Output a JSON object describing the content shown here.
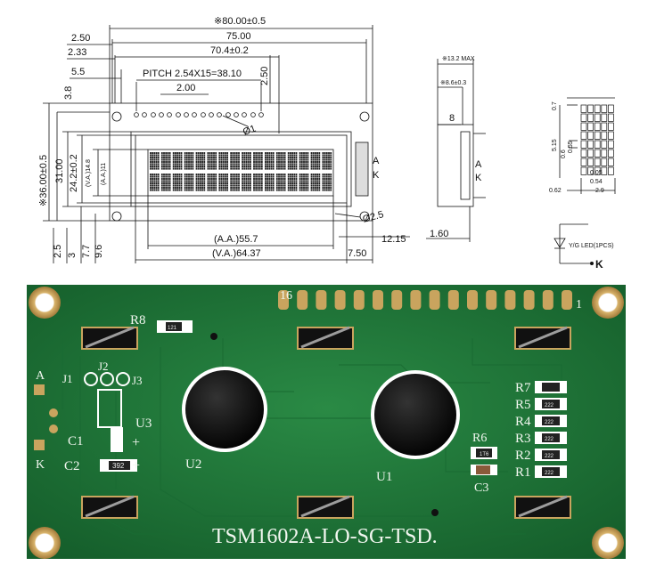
{
  "drawing": {
    "front": {
      "overall_width": "※80.00±0.5",
      "w75": "75.00",
      "w70": "70.4±0.2",
      "d250_left": "2.50",
      "d233": "2.33",
      "d55": "5.5",
      "pitch": "PITCH  2.54X15=38.10",
      "pin_spacing": "2.00",
      "d250_top": "2.50",
      "hole_small": "Ø1",
      "d38": "3.8",
      "height_total": "※36.00±0.5",
      "h31": "31.00",
      "h242": "24.2±0.2",
      "va_h": "(V.A.)14.8",
      "aa_h": "(A.A.)11",
      "hole_big": "Ø2.5",
      "d25": "2.5",
      "d3": "3",
      "d77": "7.7",
      "d96": "9.6",
      "aa_w": "(A.A.)55.7",
      "va_w": "(V.A.)64.37",
      "d1215": "12.15",
      "d750": "7.50",
      "pin_a": "A",
      "pin_k": "K"
    },
    "side": {
      "max_thk": "※13.2 MAX",
      "thk86": "※8.6±0.3",
      "d8": "8",
      "d160": "1.60",
      "pin_a": "A",
      "pin_k": "K"
    },
    "char": {
      "d07": "0.7",
      "d515": "5.15",
      "d06": "0.6",
      "d055": "0.55",
      "d005": "0.05",
      "d054": "0.54",
      "d062": "0.62",
      "d29": "2.9"
    },
    "led": {
      "label": "Y/G LED(1PCS)",
      "k": "K"
    }
  },
  "pcb": {
    "model": "TSM1602A-LO-SG-TSD.",
    "pin16": "16",
    "pin1": "1",
    "r8": "R8",
    "r8_code": "121",
    "j1": "J1",
    "j2": "J2",
    "j3": "J3",
    "u3": "U3",
    "c1": "C1",
    "c2": "C2",
    "c2_code": "392",
    "plus1": "+",
    "plus2": "+",
    "a": "A",
    "k": "K",
    "u2": "U2",
    "u1": "U1",
    "r6": "R6",
    "r6_code": "1T6",
    "c3": "C3",
    "r7": "R7",
    "r5": "R5",
    "r4": "R4",
    "r3": "R3",
    "r2": "R2",
    "r1": "R1",
    "res_code": "222",
    "colors": {
      "board": "#1f7a3a",
      "pad": "#c9a45e",
      "blob": "#111111"
    }
  }
}
